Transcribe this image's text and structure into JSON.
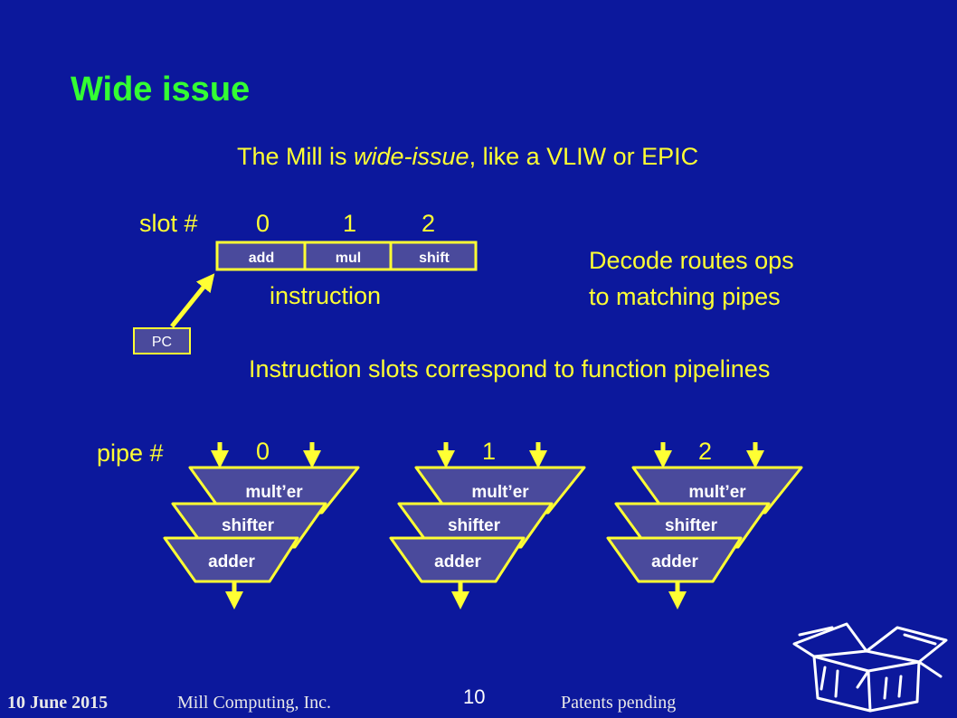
{
  "title": "Wide issue",
  "subtitle_prefix": "The Mill is ",
  "subtitle_em": "wide-issue",
  "subtitle_suffix": ", like a VLIW or EPIC",
  "slot_label": "slot #",
  "slot_numbers": [
    "0",
    "1",
    "2"
  ],
  "instruction_ops": [
    "add",
    "mul",
    "shift"
  ],
  "instruction_label": "instruction",
  "pc_label": "PC",
  "decode_line1": "Decode routes ops",
  "decode_line2": "to matching pipes",
  "slots_caption": "Instruction slots correspond to function pipelines",
  "pipe_label": "pipe #",
  "pipes": [
    {
      "number": "0",
      "stages": [
        "mult’er",
        "shifter",
        "adder"
      ]
    },
    {
      "number": "1",
      "stages": [
        "mult’er",
        "shifter",
        "adder"
      ]
    },
    {
      "number": "2",
      "stages": [
        "mult’er",
        "shifter",
        "adder"
      ]
    }
  ],
  "footer": {
    "date": "10 June 2015",
    "company": "Mill Computing, Inc.",
    "page": "10",
    "patents": "Patents pending"
  },
  "colors": {
    "background": "#0c189c",
    "title": "#33ff33",
    "text": "#ffff33",
    "stage_fill": "#4a4a9c"
  },
  "icons": [
    "box-logo-icon"
  ]
}
